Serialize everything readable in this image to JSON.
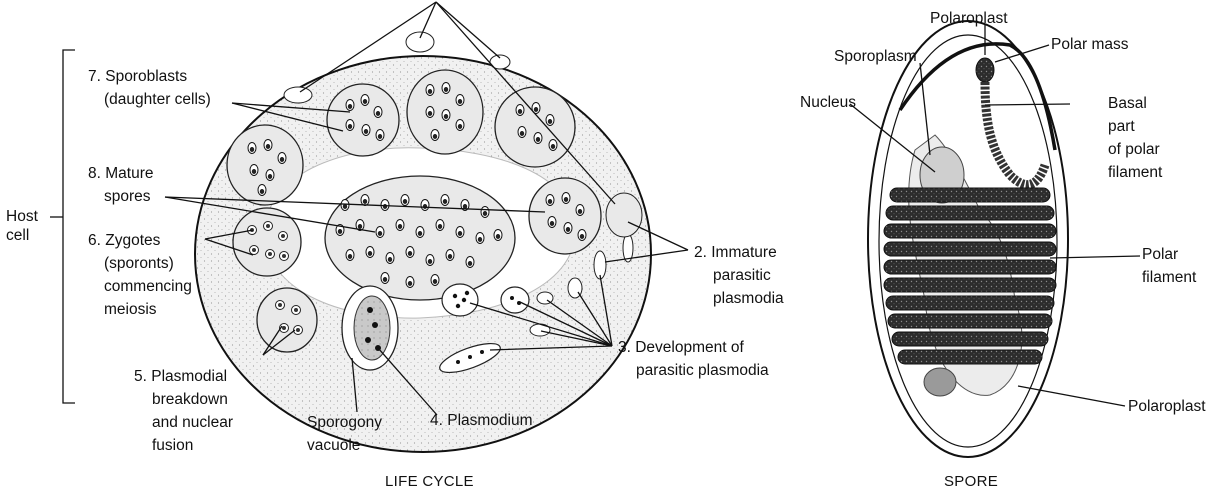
{
  "life_cycle": {
    "caption": "LIFE CYCLE",
    "host_cell": [
      "Host",
      "cell"
    ],
    "labels": {
      "sporoblasts": [
        "7. Sporoblasts",
        "(daughter cells)"
      ],
      "mature_spores": [
        "8. Mature",
        "spores"
      ],
      "zygotes": [
        "6. Zygotes",
        "(sporonts)",
        "commencing",
        "meiosis"
      ],
      "plasmodial_breakdown": [
        "5. Plasmodial",
        "breakdown",
        "and nuclear",
        "fusion"
      ],
      "sporogony_vacuole": [
        "Sporogony",
        "vacuole"
      ],
      "plasmodium": [
        "4. Plasmodium"
      ],
      "immature_plasmodia": [
        "2. Immature",
        "parasitic",
        "plasmodia"
      ],
      "development": [
        "3. Development of",
        "parasitic plasmodia"
      ]
    }
  },
  "spore": {
    "caption": "SPORE",
    "labels": {
      "polaroplast_top": [
        "Polaroplast"
      ],
      "polar_mass": [
        "Polar mass"
      ],
      "sporoplasm": [
        "Sporoplasm"
      ],
      "nucleus": [
        "Nucleus"
      ],
      "basal_part": [
        "Basal",
        "part",
        "of polar",
        "filament"
      ],
      "polar_filament": [
        "Polar",
        "filament"
      ],
      "polaroplast_bottom": [
        "Polaroplast"
      ]
    }
  }
}
